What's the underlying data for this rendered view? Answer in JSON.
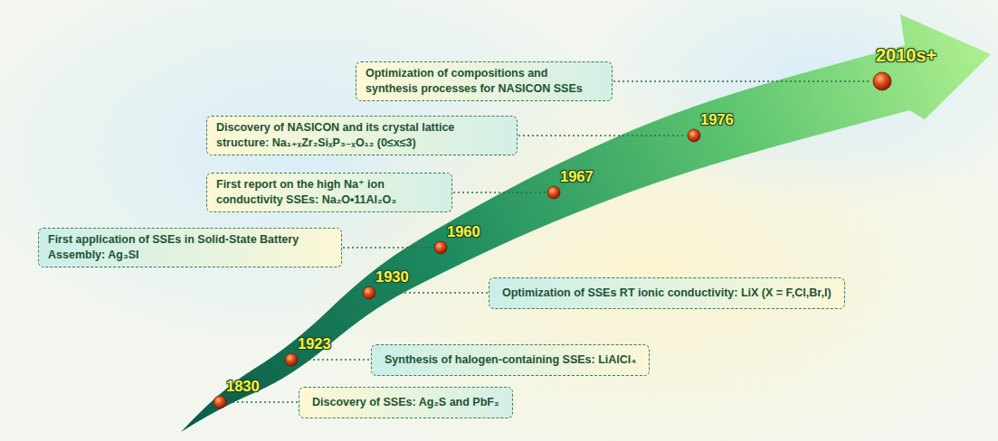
{
  "diagram": {
    "nodes": [
      {
        "text": [
          "Optimization of compositions and synthesis processes for NASICON SSEs"
        ]
      },
      {
        "text": [
          "Discovery of NASICON and its crystal lattice structure: Na₁₊ₓZr₂SiₓP₃₋ₓO₁₂ (0≤x≤3)"
        ]
      },
      {
        "text": [
          "First report on the high Na⁺ ion conductivity SSEs: Na₂O•11Al₂O₃"
        ]
      },
      {
        "text": [
          "First application of SSEs in Solid-State Battery Assembly: Ag₃SI"
        ]
      },
      {
        "text": [
          "Optimization of SSEs RT ionic conductivity: LiX (X = F,Cl,Br,I)"
        ]
      },
      {
        "text": [
          "Synthesis of halogen-containing SSEs: LiAlCl₄"
        ]
      },
      {
        "text": [
          "Discovery of SSEs: Ag₂S and PbF₂"
        ]
      }
    ],
    "labels": [
      "2010s+",
      "1976",
      "1967",
      "1960",
      "1930",
      "1923",
      "1830"
    ]
  }
}
